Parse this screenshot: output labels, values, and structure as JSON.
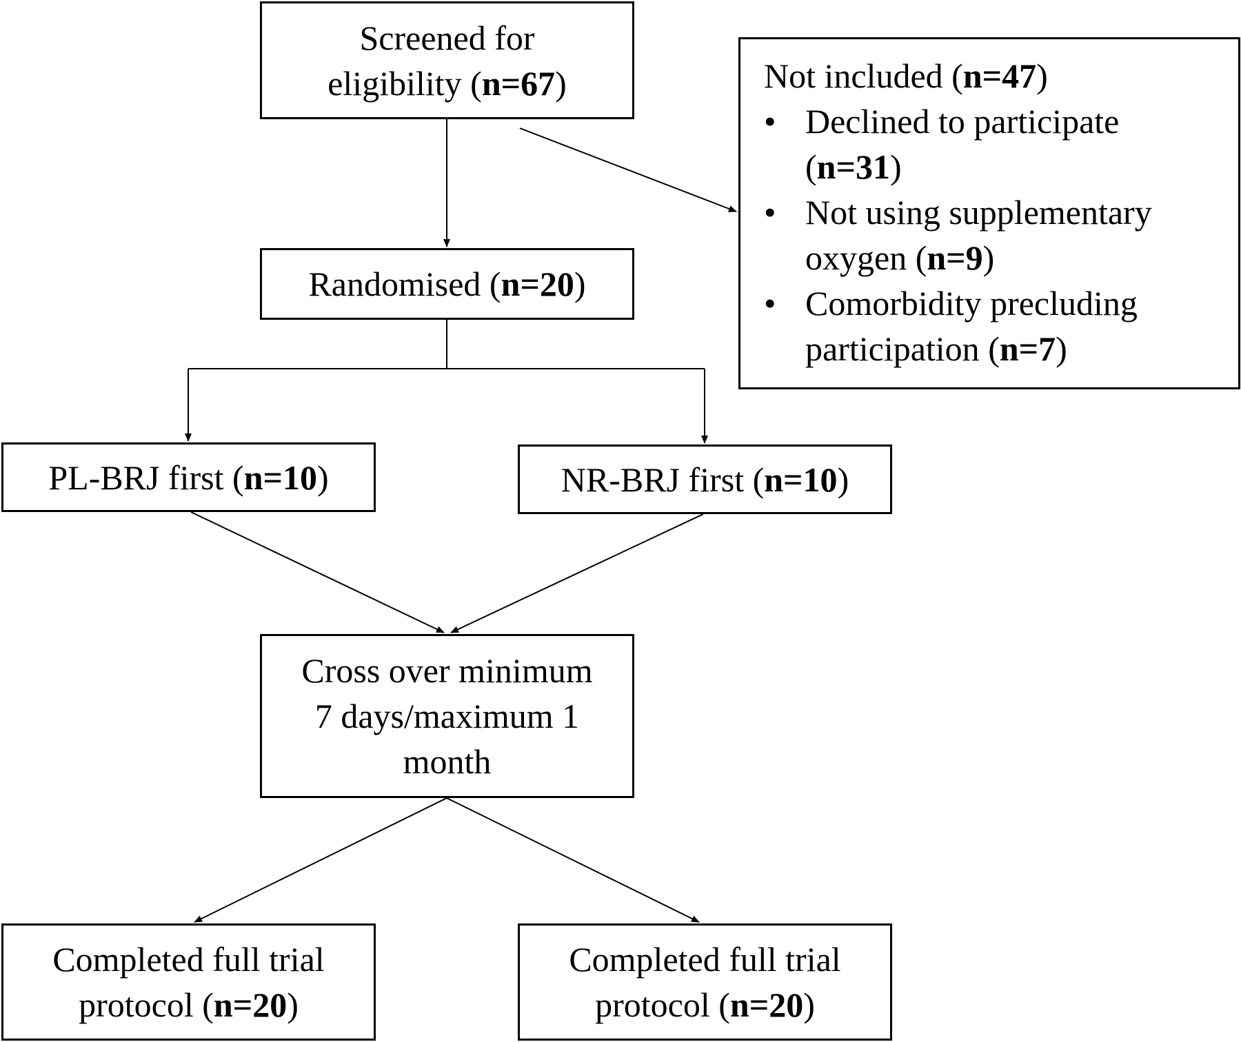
{
  "screened": {
    "label": "Screened for eligibility",
    "line1": "Screened for",
    "line2_prefix": "eligibility",
    "n": "n=67"
  },
  "not_included": {
    "label": "Not included",
    "n": "n=47",
    "bullet_glyph": "•",
    "items": [
      {
        "line1": "Declined to participate",
        "line2_prefix": "",
        "n": "n=31"
      },
      {
        "line1": "Not using supplementary",
        "line2_prefix": "oxygen",
        "n": "n=9"
      },
      {
        "line1": "Comorbidity precluding",
        "line2_prefix": "participation",
        "n": "n=7"
      }
    ]
  },
  "randomised": {
    "label": "Randomised",
    "n": "n=20"
  },
  "arms": [
    {
      "label": "PL-BRJ first",
      "n": "n=10"
    },
    {
      "label": "NR-BRJ first",
      "n": "n=10"
    }
  ],
  "crossover": {
    "line1": "Cross over minimum",
    "line2": "7 days/maximum 1",
    "line3": "month"
  },
  "completed": [
    {
      "line1": "Completed full trial",
      "line2_prefix": "protocol",
      "n": "n=20"
    },
    {
      "line1": "Completed full trial",
      "line2_prefix": "protocol",
      "n": "n=20"
    }
  ],
  "colors": {
    "line": "#000000",
    "background": "#ffffff"
  }
}
